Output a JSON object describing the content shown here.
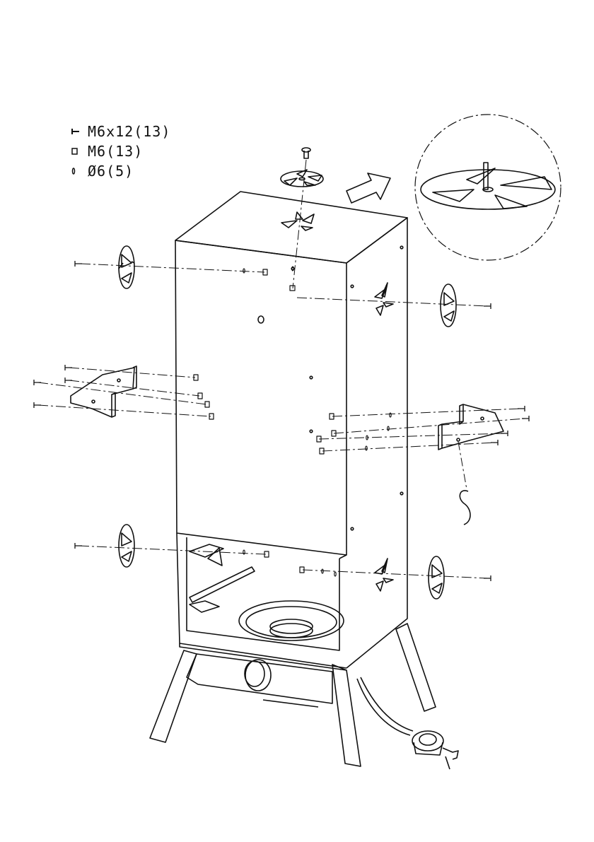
{
  "hardware_legend": {
    "items": [
      {
        "icon": "bolt-icon",
        "label": "M6x12(13)"
      },
      {
        "icon": "nut-icon",
        "label": "M6(13)"
      },
      {
        "icon": "washer-icon",
        "label": "Ø6(5)"
      }
    ]
  },
  "colors": {
    "line": "#111111",
    "fill": "#ffffff"
  }
}
